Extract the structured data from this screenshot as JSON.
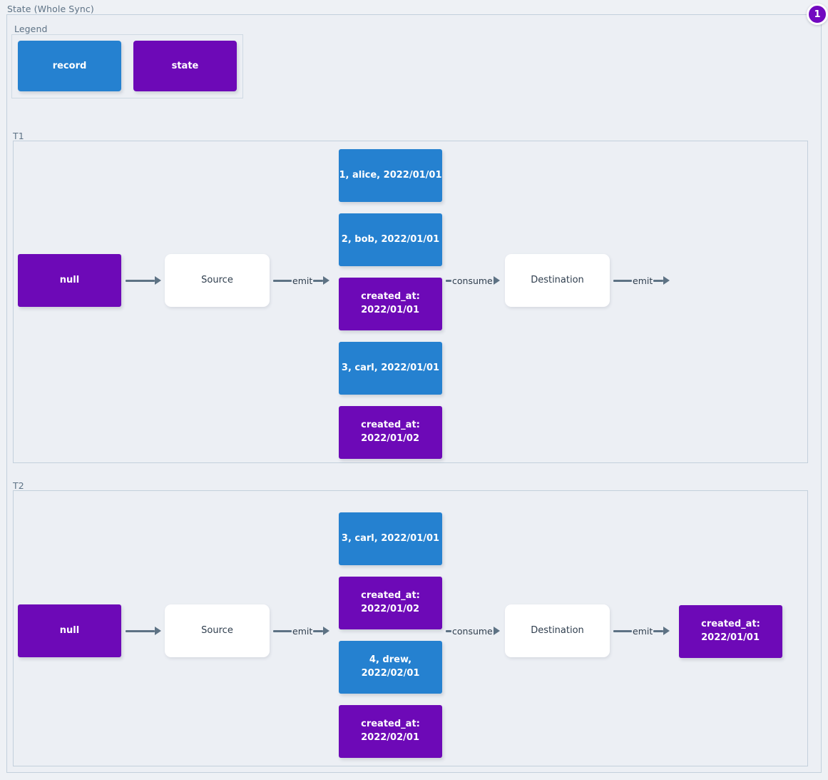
{
  "diagram": {
    "title": "State (Whole Sync)",
    "badge": "1",
    "colors": {
      "record": "#2581d0",
      "state": "#6d09b7",
      "edge": "#5d7284",
      "frame": "#c3d0dc",
      "background": "#eceff4",
      "badge": "#7209c0"
    }
  },
  "legend": {
    "title": "Legend",
    "items": [
      {
        "label": "record",
        "kind": "record"
      },
      {
        "label": "state",
        "kind": "state"
      }
    ]
  },
  "groups": [
    {
      "label": "T1",
      "nodes": {
        "initial_state": "null",
        "source": "Source",
        "destination": "Destination",
        "emitted": [
          {
            "kind": "record",
            "label": "1, alice, 2022/01/01"
          },
          {
            "kind": "record",
            "label": "2, bob, 2022/01/01"
          },
          {
            "kind": "state",
            "line1": "created_at:",
            "line2": "2022/01/01"
          },
          {
            "kind": "record",
            "label": "3, carl, 2022/01/01"
          },
          {
            "kind": "state",
            "line1": "created_at:",
            "line2": "2022/01/02"
          }
        ],
        "final_state": null
      },
      "edges": [
        {
          "label": ""
        },
        {
          "label": "emit"
        },
        {
          "label": "consume"
        },
        {
          "label": "emit"
        }
      ]
    },
    {
      "label": "T2",
      "nodes": {
        "initial_state": "null",
        "source": "Source",
        "destination": "Destination",
        "emitted": [
          {
            "kind": "record",
            "label": "3, carl, 2022/01/01"
          },
          {
            "kind": "state",
            "line1": "created_at:",
            "line2": "2022/01/02"
          },
          {
            "kind": "record",
            "label": "4, drew, 2022/02/01"
          },
          {
            "kind": "state",
            "line1": "created_at:",
            "line2": "2022/02/01"
          }
        ],
        "final_state": {
          "kind": "state",
          "line1": "created_at:",
          "line2": "2022/01/01"
        }
      },
      "edges": [
        {
          "label": ""
        },
        {
          "label": "emit"
        },
        {
          "label": "consume"
        },
        {
          "label": "emit"
        }
      ]
    }
  ]
}
